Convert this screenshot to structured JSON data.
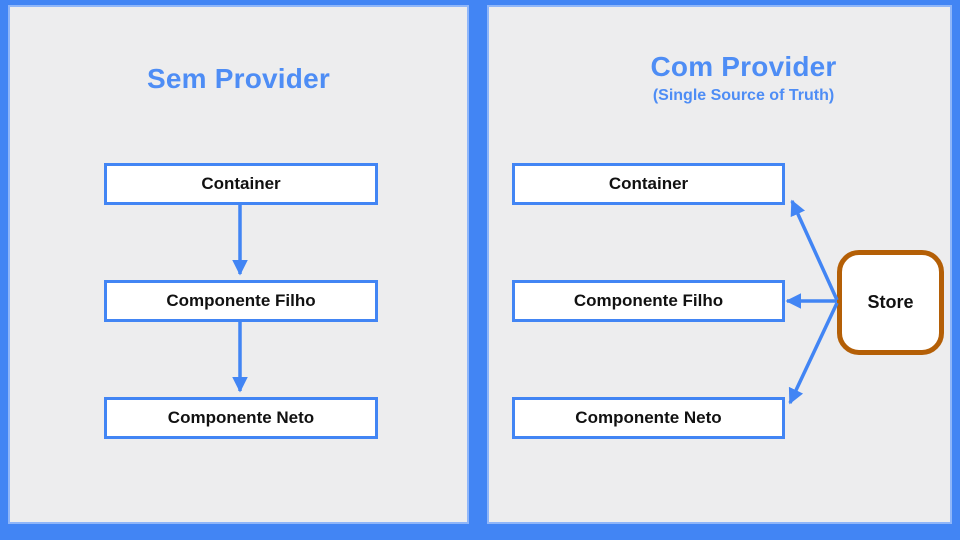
{
  "slide": {
    "background_color": "#4285f4",
    "panel_background": "#ededee",
    "accent_blue": "#4285f4",
    "title_blue": "#4e8df5",
    "store_border_color": "#b45f06"
  },
  "left_panel": {
    "title": "Sem Provider",
    "boxes": [
      {
        "label": "Container"
      },
      {
        "label": "Componente Filho"
      },
      {
        "label": "Componente Neto"
      }
    ]
  },
  "right_panel": {
    "title": "Com Provider",
    "subtitle": "(Single Source of Truth)",
    "boxes": [
      {
        "label": "Container"
      },
      {
        "label": "Componente Filho"
      },
      {
        "label": "Componente Neto"
      }
    ],
    "store": {
      "label": "Store"
    }
  }
}
